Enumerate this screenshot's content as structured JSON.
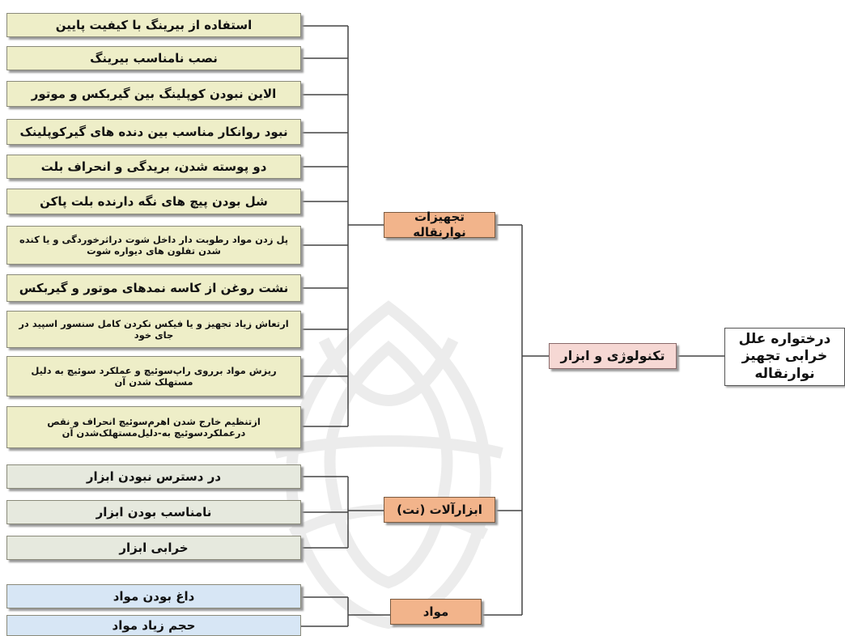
{
  "root": {
    "label": "درختواره علل خرابی تجهیز نوارنقاله"
  },
  "main_cause": {
    "label": "تکنولوژی و ابزار"
  },
  "categories": {
    "equipment": {
      "label": "تجهیزات نوارنقاله",
      "causes": [
        "استفاده از بیرینگ با کیفیت پایین",
        "نصب نامناسب بیرینگ",
        "الاین نبودن کوپلینگ بین گیربکس و موتور",
        "نبود روانکار مناسب بین دنده های گیرکوپلینک",
        "دو پوسته شدن، بریدگی و انحراف بلت",
        "شل بودن پیچ های نگه دارنده بلت پاکن",
        "پل زدن مواد رطوبت دار داخل شوت دراثرخوردگی و یا کنده شدن تفلون های دیواره شوت",
        "نشت روغن از کاسه نمدهای موتور و گیربکس",
        "ارتعاش زیاد تجهیز و یا فیکس نکردن کامل سنسور اسپید در جای خود",
        "ریزش مواد برروی راپ‌سوئیچ و عملکرد سوئیچ به دلیل مستهلک شدن آن",
        "ازتنظیم خارج شدن اهرم‌سوئیچ انحراف و نقص درعملکردسوئیچ به-دلیل‌مستهلک‌شدن آن"
      ]
    },
    "tools": {
      "label": "ابزارآلات (نت)",
      "causes": [
        "در دسترس نبودن ابزار",
        "نامناسب بودن ابزار",
        "خرابی ابزار"
      ]
    },
    "materials": {
      "label": "مواد",
      "causes": [
        "داغ بودن مواد",
        "حجم زیاد مواد"
      ]
    }
  }
}
